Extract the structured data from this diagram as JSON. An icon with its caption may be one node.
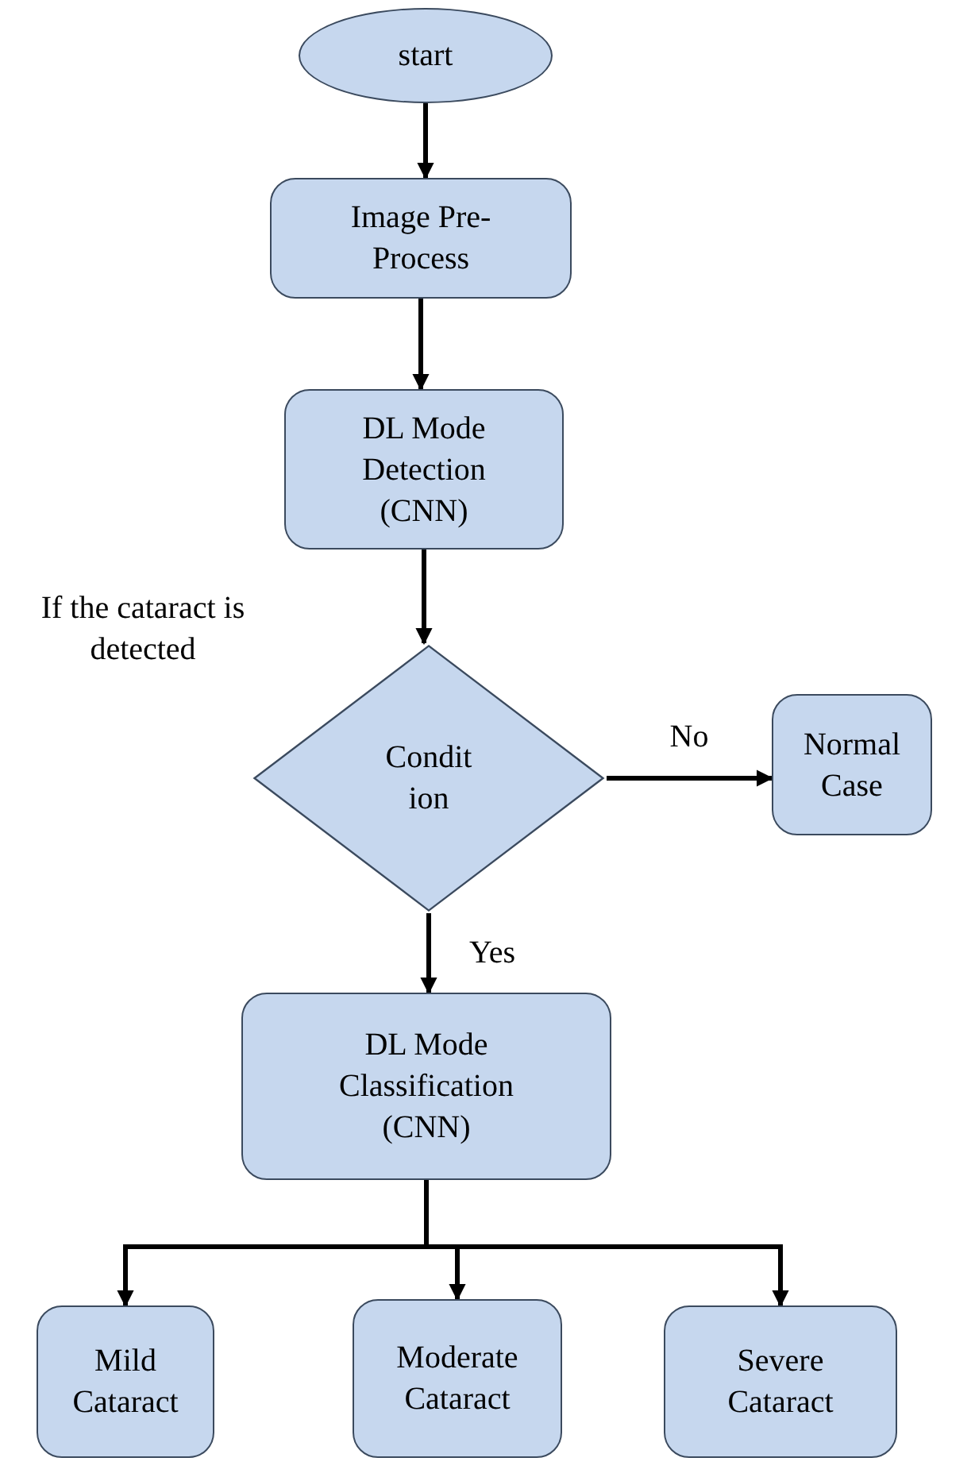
{
  "diagram": {
    "nodes": [
      {
        "text": [
          "start"
        ]
      },
      {
        "text": [
          "Image Pre-Process"
        ]
      },
      {
        "text": [
          "DL Mode Detection (CNN)"
        ]
      },
      {
        "text": [
          "Condit ion"
        ],
        "beside": [
          "If the cataract is detected"
        ]
      },
      {
        "text": [
          "Normal Case"
        ]
      },
      {
        "text": [
          "DL Mode Classification (CNN)"
        ]
      },
      {
        "text": [
          "Mild Cataract"
        ]
      },
      {
        "text": [
          "Moderate Cataract"
        ]
      },
      {
        "text": [
          "Severe Cataract"
        ]
      }
    ],
    "edges": [
      {
        "from": 0,
        "to": 1,
        "arrow": "to"
      },
      {
        "from": 1,
        "to": 2,
        "arrow": "to"
      },
      {
        "from": 2,
        "to": 3,
        "arrow": "to"
      },
      {
        "from": 3,
        "to": 4,
        "arrow": "to",
        "label": "No"
      },
      {
        "from": 3,
        "to": 5,
        "arrow": "to",
        "label": "Yes"
      },
      {
        "from": 5,
        "to": 6,
        "arrow": "to"
      },
      {
        "from": 5,
        "to": 7,
        "arrow": "to"
      },
      {
        "from": 5,
        "to": 8,
        "arrow": "to"
      }
    ]
  }
}
